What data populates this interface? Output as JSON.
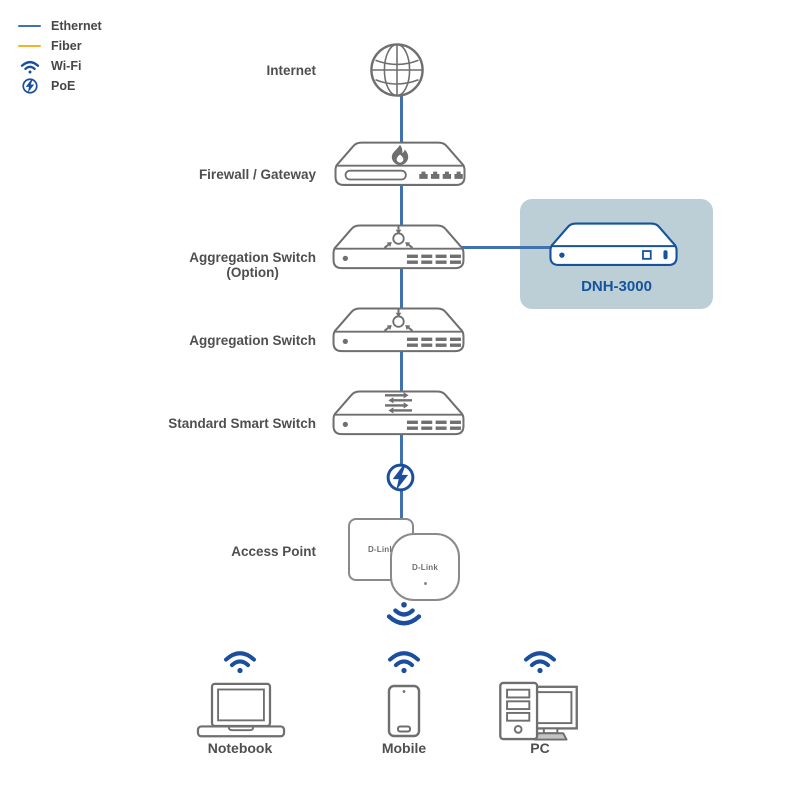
{
  "legend": {
    "items": [
      {
        "label": "Ethernet",
        "icon": "ethernet-line"
      },
      {
        "label": "Fiber",
        "icon": "fiber-line"
      },
      {
        "label": "Wi-Fi",
        "icon": "wifi-icon"
      },
      {
        "label": "PoE",
        "icon": "poe-icon"
      }
    ]
  },
  "nodes": {
    "internet": {
      "label": "Internet",
      "icon": "globe-icon"
    },
    "firewall": {
      "label": "Firewall / Gateway",
      "icon": "firewall-device"
    },
    "aggregation_switch_option": {
      "label": "Aggregation Switch",
      "sublabel": "(Option)",
      "icon": "aggregation-switch-device"
    },
    "dnh3000": {
      "label": "DNH-3000",
      "icon": "dnh-3000-device",
      "highlighted": true
    },
    "aggregation_switch": {
      "label": "Aggregation Switch",
      "icon": "aggregation-switch-device"
    },
    "standard_smart_switch": {
      "label": "Standard Smart Switch",
      "icon": "smart-switch-device"
    },
    "poe_link": {
      "icon": "poe-icon"
    },
    "access_point": {
      "label": "Access Point",
      "brand": "D-Link",
      "icon": "access-point-device"
    }
  },
  "clients": [
    {
      "label": "Notebook",
      "icon": "laptop-icon"
    },
    {
      "label": "Mobile",
      "icon": "smartphone-icon"
    },
    {
      "label": "PC",
      "icon": "desktop-pc-icon"
    }
  ],
  "colors": {
    "ethernet_line": "#3f72ae",
    "fiber_line": "#f2b32c",
    "icon_blue": "#1b4f9e",
    "dnh_blue": "#15549c",
    "device_gray": "#6f6f6f",
    "label_gray": "#4f4f4f",
    "highlight_bg": "#bccfd7"
  }
}
